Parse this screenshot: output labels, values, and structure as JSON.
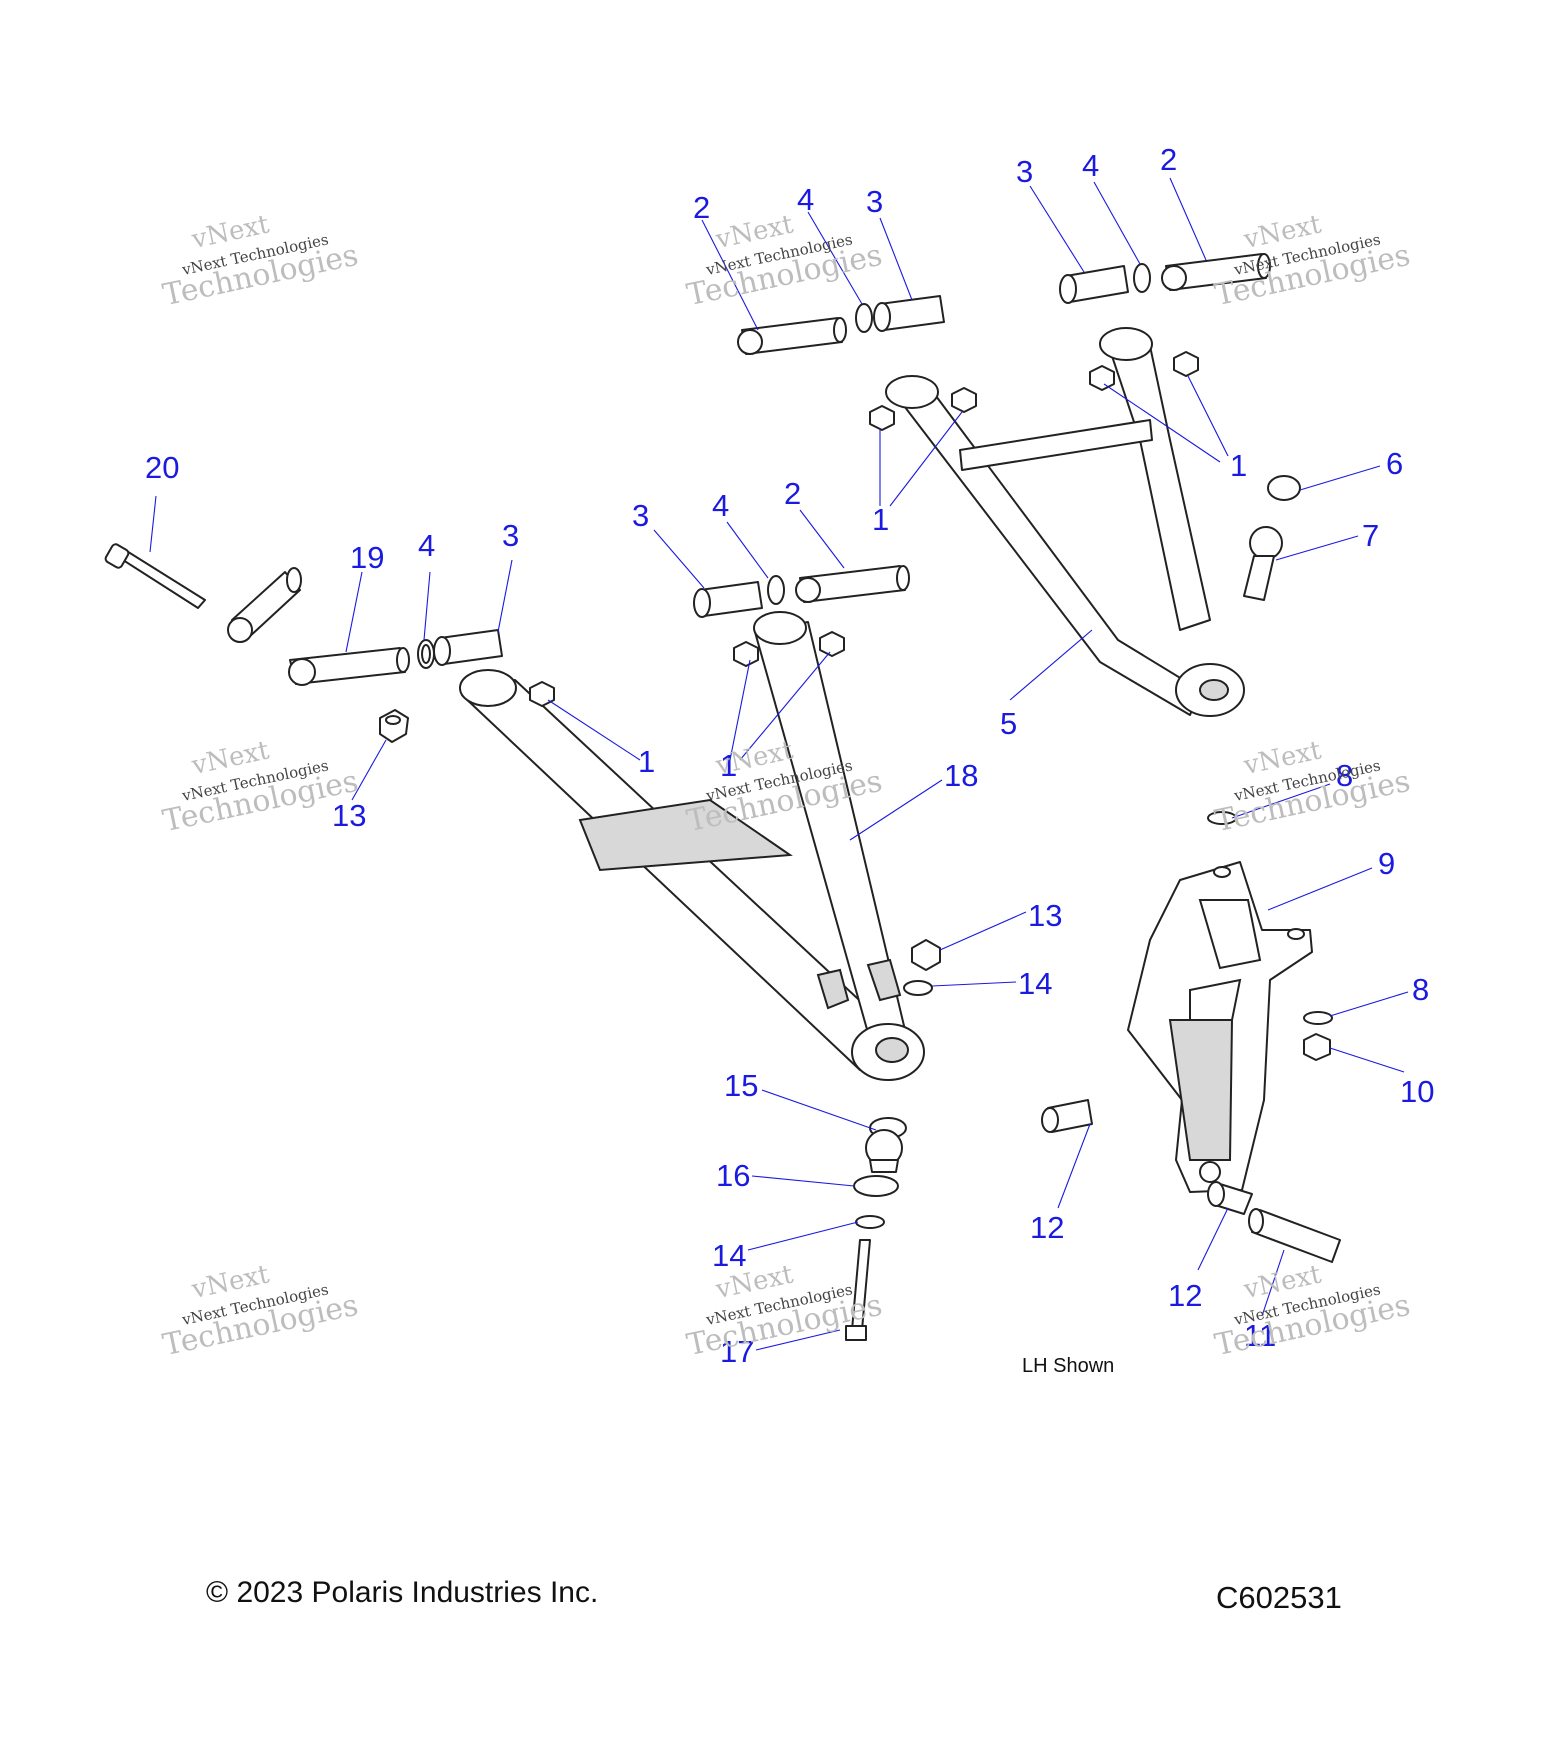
{
  "diagram": {
    "caption": "LH Shown",
    "copyright": "© 2023 Polaris Industries Inc.",
    "figure_id": "C602531",
    "watermark_lines": [
      "vNext",
      "vNext Technologies",
      "Technologies"
    ],
    "callouts": [
      "20",
      "19",
      "4",
      "3",
      "13",
      "3",
      "4",
      "2",
      "1",
      "1",
      "18",
      "13",
      "14",
      "15",
      "16",
      "14",
      "17",
      "2",
      "4",
      "3",
      "3",
      "4",
      "2",
      "1",
      "1",
      "6",
      "7",
      "5",
      "8",
      "9",
      "8",
      "10",
      "12",
      "12",
      "11"
    ]
  },
  "colors": {
    "callout": "#1a1ae0",
    "line": "#222222",
    "watermark": "#bdbdbd"
  }
}
